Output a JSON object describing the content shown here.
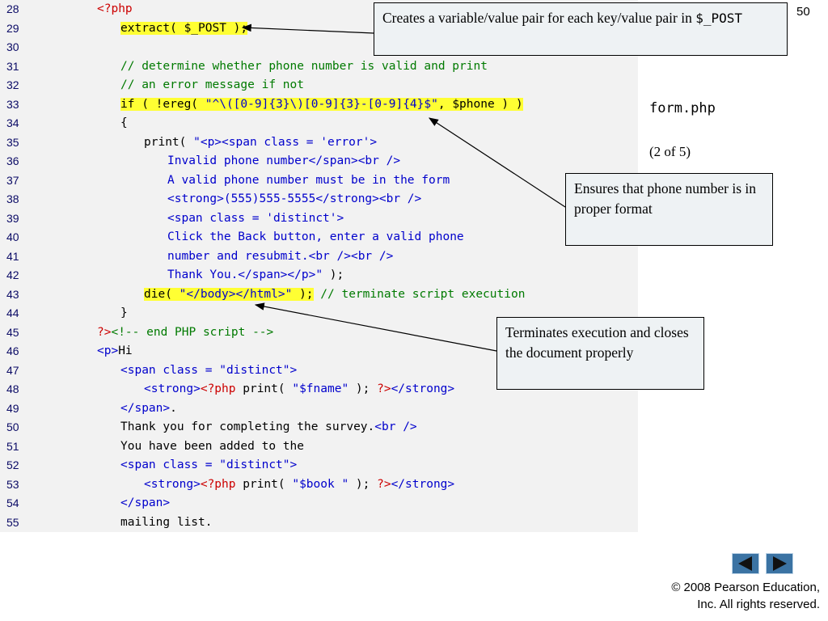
{
  "slide_number": "50",
  "file_label": "form.php",
  "page_of": "(2 of 5)",
  "callouts": {
    "extract": {
      "text": "Creates a variable/value pair for each key/value pair in ",
      "code": "$_POST"
    },
    "phone": "Ensures that phone number is in proper format",
    "die": "Terminates execution and closes the document properly"
  },
  "copyright": {
    "line1": "© 2008 Pearson Education,",
    "line2": "Inc.  All rights reserved."
  },
  "nav": {
    "prev": "previous slide",
    "next": "next slide"
  },
  "code_lines": [
    {
      "n": "28",
      "indent": 2,
      "segs": [
        {
          "t": "<?php",
          "c": "php"
        }
      ]
    },
    {
      "n": "29",
      "indent": 3,
      "segs": [
        {
          "t": "extract( $_POST );",
          "c": "k",
          "hl": true
        }
      ]
    },
    {
      "n": "30",
      "indent": 0,
      "segs": []
    },
    {
      "n": "31",
      "indent": 3,
      "segs": [
        {
          "t": "// determine whether phone number is valid and print",
          "c": "cmt"
        }
      ]
    },
    {
      "n": "32",
      "indent": 3,
      "segs": [
        {
          "t": "// an error message if not",
          "c": "cmt"
        }
      ]
    },
    {
      "n": "33",
      "indent": 3,
      "segs": [
        {
          "t": "if ( !ereg( ",
          "c": "k",
          "hl": true
        },
        {
          "t": "\"^\\([0-9]{3}\\)[0-9]{3}-[0-9]{4}$\"",
          "c": "str",
          "hl": true
        },
        {
          "t": ", $phone ) )",
          "c": "k",
          "hl": true
        }
      ]
    },
    {
      "n": "34",
      "indent": 3,
      "segs": [
        {
          "t": "{",
          "c": "k"
        }
      ]
    },
    {
      "n": "35",
      "indent": 4,
      "segs": [
        {
          "t": "print( ",
          "c": "k"
        },
        {
          "t": "\"<p><span class = 'error'>",
          "c": "str"
        }
      ]
    },
    {
      "n": "36",
      "indent": 5,
      "segs": [
        {
          "t": "Invalid phone number</span><br />",
          "c": "str"
        }
      ]
    },
    {
      "n": "37",
      "indent": 5,
      "segs": [
        {
          "t": "A valid phone number must be in the form",
          "c": "str"
        }
      ]
    },
    {
      "n": "38",
      "indent": 5,
      "segs": [
        {
          "t": "<strong>(555)555-5555</strong><br />",
          "c": "str"
        }
      ]
    },
    {
      "n": "39",
      "indent": 5,
      "segs": [
        {
          "t": "<span class = 'distinct'>",
          "c": "str"
        }
      ]
    },
    {
      "n": "40",
      "indent": 5,
      "segs": [
        {
          "t": "Click the Back button, enter a valid phone",
          "c": "str"
        }
      ]
    },
    {
      "n": "41",
      "indent": 5,
      "segs": [
        {
          "t": "number and resubmit.<br /><br />",
          "c": "str"
        }
      ]
    },
    {
      "n": "42",
      "indent": 5,
      "segs": [
        {
          "t": "Thank You.</span></p>\"",
          "c": "str"
        },
        {
          "t": " );",
          "c": "k"
        }
      ]
    },
    {
      "n": "43",
      "indent": 4,
      "segs": [
        {
          "t": "die( ",
          "c": "k",
          "hl": true
        },
        {
          "t": "\"</body></html>\"",
          "c": "str",
          "hl": true
        },
        {
          "t": " );",
          "c": "k",
          "hl": true
        },
        {
          "t": " // terminate script execution",
          "c": "cmt"
        }
      ]
    },
    {
      "n": "44",
      "indent": 3,
      "segs": [
        {
          "t": "}",
          "c": "k"
        }
      ]
    },
    {
      "n": "45",
      "indent": 2,
      "segs": [
        {
          "t": "?>",
          "c": "php"
        },
        {
          "t": "<!-- end PHP script -->",
          "c": "cmt"
        }
      ]
    },
    {
      "n": "46",
      "indent": 2,
      "segs": [
        {
          "t": "<p>",
          "c": "tag"
        },
        {
          "t": "Hi",
          "c": "k"
        }
      ]
    },
    {
      "n": "47",
      "indent": 3,
      "segs": [
        {
          "t": "<span class = ",
          "c": "tag"
        },
        {
          "t": "\"distinct\"",
          "c": "str"
        },
        {
          "t": ">",
          "c": "tag"
        }
      ]
    },
    {
      "n": "48",
      "indent": 4,
      "segs": [
        {
          "t": "<strong>",
          "c": "tag"
        },
        {
          "t": "<?php",
          "c": "php"
        },
        {
          "t": " print( ",
          "c": "k"
        },
        {
          "t": "\"$fname\"",
          "c": "str"
        },
        {
          "t": " ); ",
          "c": "k"
        },
        {
          "t": "?>",
          "c": "php"
        },
        {
          "t": "</strong>",
          "c": "tag"
        }
      ]
    },
    {
      "n": "49",
      "indent": 3,
      "segs": [
        {
          "t": "</span>",
          "c": "tag"
        },
        {
          "t": ".",
          "c": "k"
        }
      ]
    },
    {
      "n": "50",
      "indent": 3,
      "segs": [
        {
          "t": "Thank you for completing the survey.",
          "c": "k"
        },
        {
          "t": "<br />",
          "c": "tag"
        }
      ]
    },
    {
      "n": "51",
      "indent": 3,
      "segs": [
        {
          "t": "You have been added to the",
          "c": "k"
        }
      ]
    },
    {
      "n": "52",
      "indent": 3,
      "segs": [
        {
          "t": "<span class = ",
          "c": "tag"
        },
        {
          "t": "\"distinct\"",
          "c": "str"
        },
        {
          "t": ">",
          "c": "tag"
        }
      ]
    },
    {
      "n": "53",
      "indent": 4,
      "segs": [
        {
          "t": "<strong>",
          "c": "tag"
        },
        {
          "t": "<?php",
          "c": "php"
        },
        {
          "t": " print( ",
          "c": "k"
        },
        {
          "t": "\"$book \"",
          "c": "str"
        },
        {
          "t": " ); ",
          "c": "k"
        },
        {
          "t": "?>",
          "c": "php"
        },
        {
          "t": "</strong>",
          "c": "tag"
        }
      ]
    },
    {
      "n": "54",
      "indent": 3,
      "segs": [
        {
          "t": "</span>",
          "c": "tag"
        }
      ]
    },
    {
      "n": "55",
      "indent": 3,
      "segs": [
        {
          "t": "mailing list.",
          "c": "k"
        }
      ]
    }
  ]
}
